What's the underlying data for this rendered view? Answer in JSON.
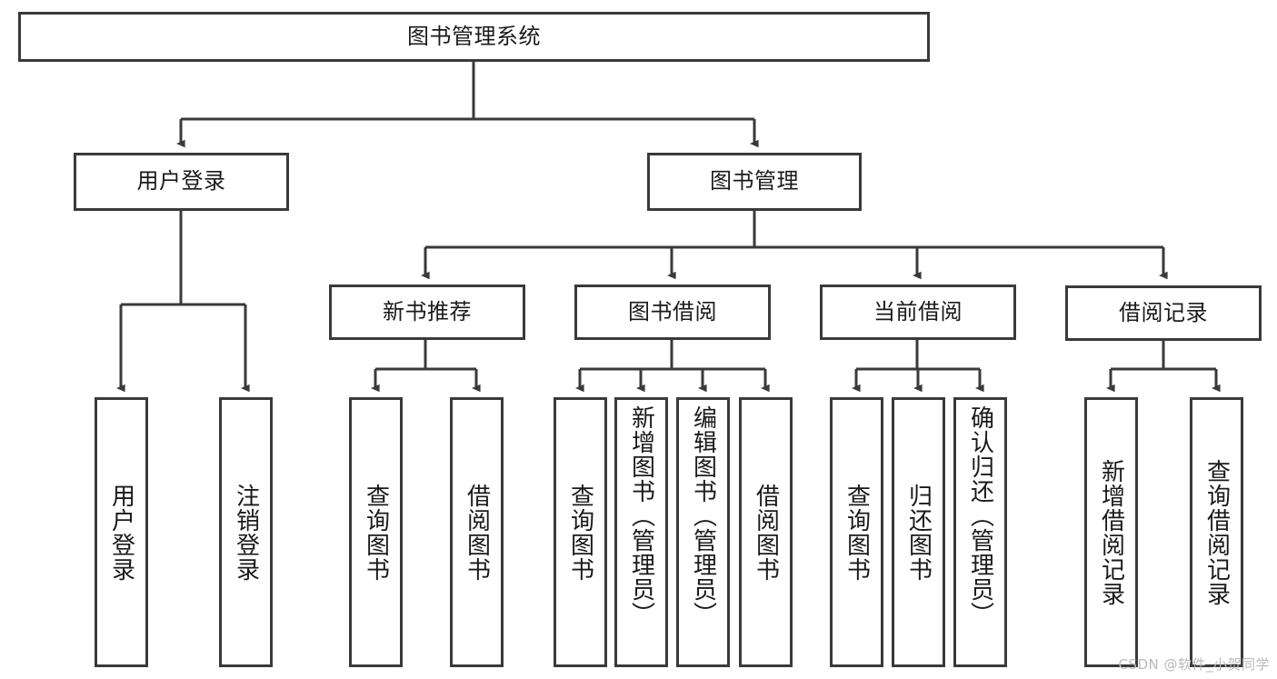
{
  "diagram": {
    "type": "tree",
    "title": "图书管理系统",
    "watermark": "CSDN @软件_小贺同学",
    "colors": {
      "box_border": "#3a3a3a",
      "box_fill": "#ffffff",
      "edge": "#3a3a3a",
      "text": "#1a1a1a",
      "watermark": "#b9b9b9"
    },
    "nodes": {
      "root": {
        "label": "图书管理系统"
      },
      "level2": [
        {
          "id": "user_login",
          "label": "用户登录"
        },
        {
          "id": "book_manage",
          "label": "图书管理"
        }
      ],
      "level3": [
        {
          "id": "new_book_rec",
          "label": "新书推荐"
        },
        {
          "id": "book_borrow",
          "label": "图书借阅"
        },
        {
          "id": "current_borrow",
          "label": "当前借阅"
        },
        {
          "id": "borrow_record",
          "label": "借阅记录"
        }
      ],
      "leaves": {
        "user_login": [
          {
            "id": "leaf-user-login",
            "label": "用户登录"
          },
          {
            "id": "leaf-logout",
            "label": "注销登录"
          }
        ],
        "new_book_rec": [
          {
            "id": "leaf-query-book-1",
            "label": "查询图书"
          },
          {
            "id": "leaf-borrow-book-1",
            "label": "借阅图书"
          }
        ],
        "book_borrow": [
          {
            "id": "leaf-query-book-2",
            "label": "查询图书"
          },
          {
            "id": "leaf-add-book",
            "label": "新增图书（管理员）"
          },
          {
            "id": "leaf-edit-book",
            "label": "编辑图书（管理员）"
          },
          {
            "id": "leaf-borrow-book-2",
            "label": "借阅图书"
          }
        ],
        "current_borrow": [
          {
            "id": "leaf-query-book-3",
            "label": "查询图书"
          },
          {
            "id": "leaf-return-book",
            "label": "归还图书"
          },
          {
            "id": "leaf-confirm-return",
            "label": "确认归还（管理员）"
          }
        ],
        "borrow_record": [
          {
            "id": "leaf-add-record",
            "label": "新增借阅记录"
          },
          {
            "id": "leaf-query-record",
            "label": "查询借阅记录"
          }
        ]
      }
    }
  }
}
